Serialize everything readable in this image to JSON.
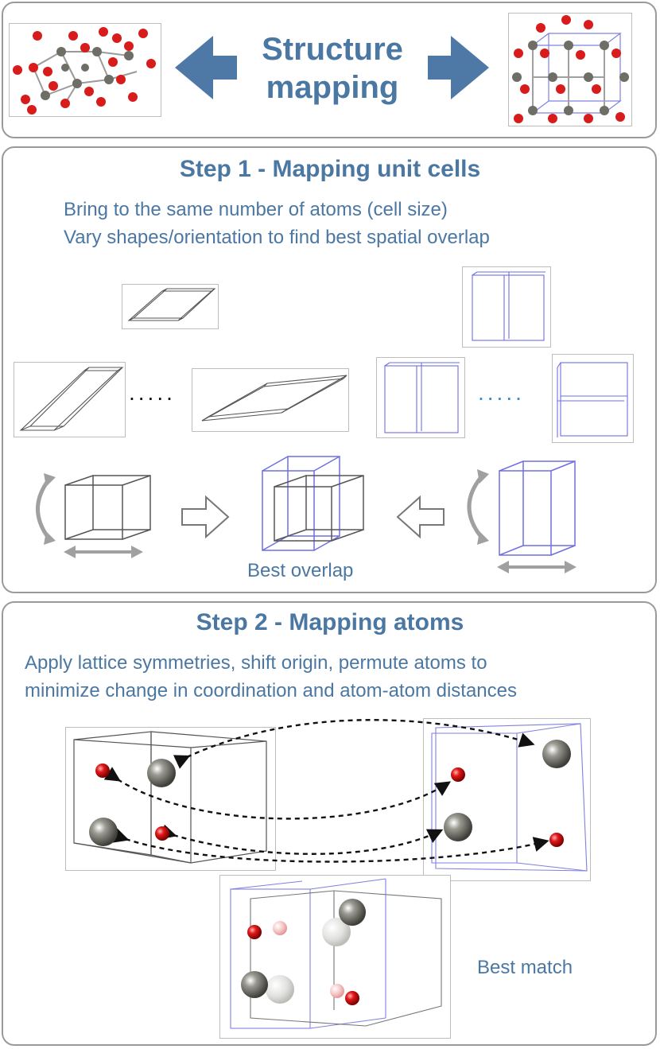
{
  "header": {
    "title_line1": "Structure",
    "title_line2": "mapping"
  },
  "step1": {
    "title": "Step 1 - Mapping unit cells",
    "line1": "Bring to the same number of atoms (cell size)",
    "line2": "Vary shapes/orientation to find best spatial overlap",
    "dots_left": ".....",
    "dots_right": ".....",
    "best_overlap": "Best overlap"
  },
  "step2": {
    "title": "Step 2 - Mapping atoms",
    "line1": "Apply lattice symmetries, shift origin, permute atoms to",
    "line2": "minimize change in coordination and atom-atom distances",
    "best_match": "Best match"
  },
  "colors": {
    "accent_text": "#4b77a3",
    "arrow_blue": "#4e79a7",
    "oxygen": "#d81b1b",
    "metal": "#6e6e66",
    "cell_blue": "#6f6fe0",
    "cell_gray": "#555555"
  }
}
